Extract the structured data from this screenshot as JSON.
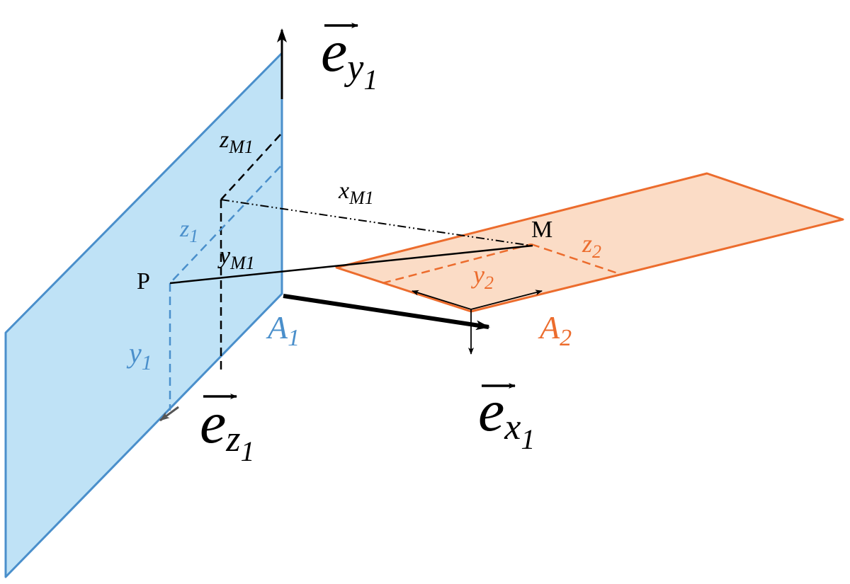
{
  "colors": {
    "plane1_fill": "#bfe2f6",
    "plane1_stroke": "#4a8fcb",
    "plane2_fill": "#fbdcc6",
    "plane2_stroke": "#ec6c2d",
    "ink": "#000000",
    "arrow_gray": "#555555"
  },
  "labels": {
    "ey1": {
      "base": "e",
      "sub": "y",
      "subsub": "1"
    },
    "ex1": {
      "base": "e",
      "sub": "x",
      "subsub": "1"
    },
    "ez1": {
      "base": "e",
      "sub": "z",
      "subsub": "1"
    },
    "zM1": {
      "base": "z",
      "sub": "M1"
    },
    "xM1": {
      "base": "x",
      "sub": "M1"
    },
    "yM1": {
      "base": "y",
      "sub": "M1"
    },
    "z1": {
      "base": "z",
      "sub": "1"
    },
    "y1": {
      "base": "y",
      "sub": "1"
    },
    "y2": {
      "base": "y",
      "sub": "2"
    },
    "z2": {
      "base": "z",
      "sub": "2"
    },
    "A1": {
      "base": "A",
      "sub": "1"
    },
    "A2": {
      "base": "A",
      "sub": "2"
    },
    "P": "P",
    "M": "M"
  }
}
